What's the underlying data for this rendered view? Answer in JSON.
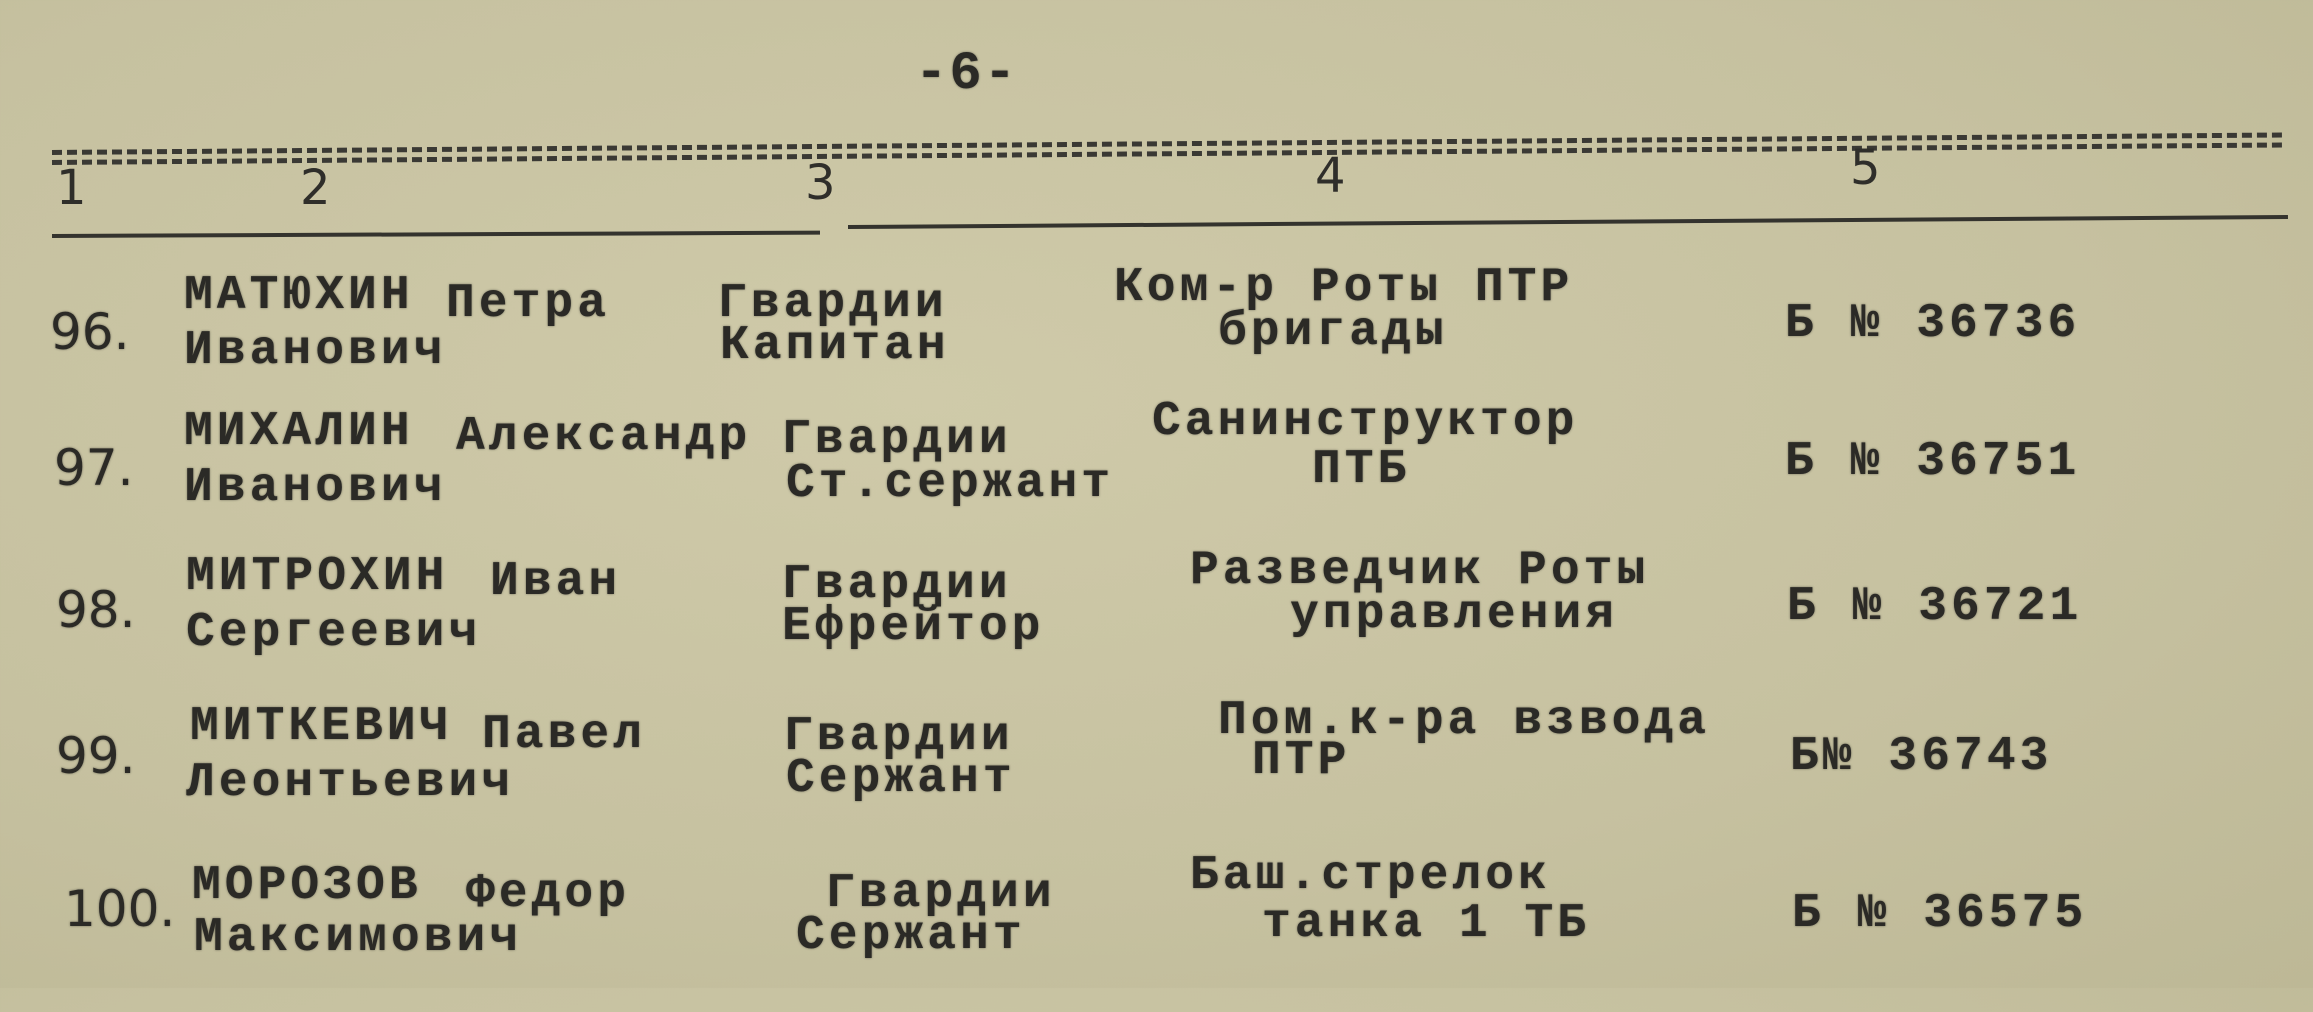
{
  "page_number": "-6-",
  "column_numbers": [
    "1",
    "2",
    "3",
    "4",
    "5"
  ],
  "rows": [
    {
      "number": "96.",
      "surname": "МАТЮХИН",
      "name": "Петра",
      "patronymic": "Иванович",
      "rank_line1": "Гвардии",
      "rank_line2": "Капитан",
      "position_line1": "Ком-р Роты ПТР",
      "position_line2": "бригады",
      "award": "Б № 36736"
    },
    {
      "number": "97.",
      "surname": "МИХАЛИН",
      "name": "Александр",
      "patronymic": "Иванович",
      "rank_line1": "Гвардии",
      "rank_line2": "Ст.сержант",
      "position_line1": "Санинструктор",
      "position_line2": "ПТБ",
      "award": "Б № 36751"
    },
    {
      "number": "98.",
      "surname": "МИТРОХИН",
      "name": "Иван",
      "patronymic": "Сергеевич",
      "rank_line1": "Гвардии",
      "rank_line2": "Ефрейтор",
      "position_line1": "Разведчик Роты",
      "position_line2": "управления",
      "award": "Б № 36721"
    },
    {
      "number": "99.",
      "surname": "МИТКЕВИЧ",
      "name": "Павел",
      "patronymic": "Леонтьевич",
      "rank_line1": "Гвардии",
      "rank_line2": "Сержант",
      "position_line1": "Пом.к-ра взвода",
      "position_line2": "ПТР",
      "award": "Б№ 36743"
    },
    {
      "number": "100.",
      "surname": "МОРОЗОВ",
      "name": "Федор",
      "patronymic": "Максимович",
      "rank_line1": "Гвардии",
      "rank_line2": "Сержант",
      "position_line1": "Баш.стрелок",
      "position_line2": "танка 1 ТБ",
      "award": "Б № 36575"
    }
  ]
}
